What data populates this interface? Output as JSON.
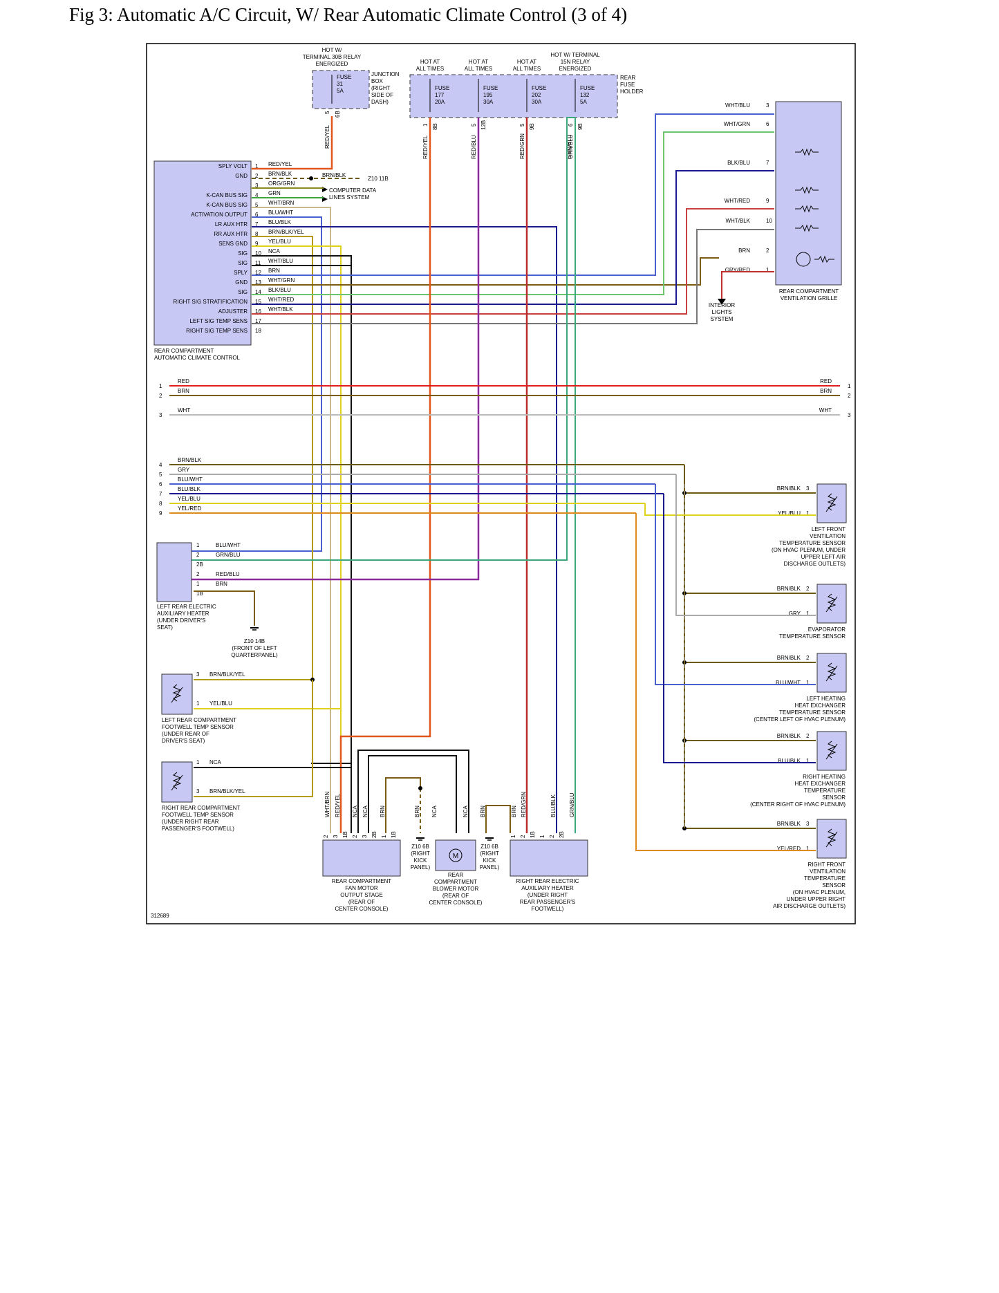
{
  "title": "Fig 3: Automatic A/C Circuit, W/ Rear Automatic Climate Control (3 of 4)",
  "figure_id": "312689",
  "wire_colors": {
    "RED/YEL": "#e2561b",
    "BRN/BLK": "#6b5a10",
    "ORG/GRN": "#8a8a1c",
    "GRN": "#3aa83a",
    "WHT/BRN": "#c9b98a",
    "BLU/WHT": "#4a5fd0",
    "BLU/BLK": "#1a1a90",
    "BRN/BLK/YEL": "#b59a12",
    "YEL/BLU": "#ded21a",
    "NCA": "#111111",
    "WHT/BLU": "#4a5fd0",
    "BRN": "#7a5b10",
    "WHT/GRN": "#6cc46c",
    "BLK/BLU": "#1a1a90",
    "WHT/RED": "#c84040",
    "WHT/BLK": "#777777",
    "RED/BLU": "#8b2a9a",
    "RED/GRN": "#b82c2c",
    "GRN/BLU": "#3aa87a",
    "GRY": "#aaaaaa",
    "YEL/RED": "#e08a1a",
    "GRY/RED": "#c03030",
    "RED": "#e01e1e",
    "WHT": "#bbbbbb"
  },
  "power": {
    "junction_hot": [
      "HOT W/",
      "TERMINAL 30B RELAY",
      "ENERGIZED"
    ],
    "junction_box": {
      "fuse": [
        "FUSE",
        "31",
        "5A"
      ],
      "name": [
        "JUNCTION",
        "BOX",
        "(RIGHT",
        "SIDE OF",
        "DASH)"
      ],
      "wire": "RED/YEL",
      "pin": "5",
      "conn": "6B"
    },
    "hot_at_all_times": [
      "HOT AT",
      "ALL TIMES"
    ],
    "hot_15n": [
      "HOT W/ TERMINAL",
      "15N RELAY",
      "ENERGIZED"
    ],
    "rear_fuse_holder": [
      "REAR",
      "FUSE",
      "HOLDER"
    ],
    "rear_fuses": [
      {
        "lines": [
          "FUSE",
          "177",
          "20A"
        ],
        "wire": "RED/YEL",
        "pin": "1",
        "conn": "8B"
      },
      {
        "lines": [
          "FUSE",
          "195",
          "30A"
        ],
        "wire": "RED/BLU",
        "pin": "5",
        "conn": "12B"
      },
      {
        "lines": [
          "FUSE",
          "202",
          "30A"
        ],
        "wire": "RED/GRN",
        "pin": "5",
        "conn": "9B"
      },
      {
        "lines": [
          "FUSE",
          "132",
          "5A"
        ],
        "wire": "GRN/BLU",
        "pin": "6",
        "conn": "9B"
      }
    ],
    "grn_blu_label": "GRN/BLU"
  },
  "control_module": {
    "name": [
      "REAR COMPARTMENT",
      "AUTOMATIC CLIMATE CONTROL"
    ],
    "pins": [
      {
        "n": "1",
        "sig": "SPLY VOLT",
        "wire": "RED/YEL"
      },
      {
        "n": "2",
        "sig": "GND",
        "wire": "BRN/BLK"
      },
      {
        "n": "3",
        "sig": "",
        "wire": "ORG/GRN"
      },
      {
        "n": "4",
        "sig": "K-CAN BUS SIG",
        "wire": "GRN"
      },
      {
        "n": "5",
        "sig": "K-CAN BUS SIG",
        "wire": "WHT/BRN"
      },
      {
        "n": "6",
        "sig": "ACTIVATION OUTPUT",
        "wire": "BLU/WHT"
      },
      {
        "n": "7",
        "sig": "LR AUX HTR",
        "wire": "BLU/BLK"
      },
      {
        "n": "8",
        "sig": "RR AUX HTR",
        "wire": "BRN/BLK/YEL"
      },
      {
        "n": "9",
        "sig": "SENS GND",
        "wire": "YEL/BLU"
      },
      {
        "n": "10",
        "sig": "SIG",
        "wire": "NCA"
      },
      {
        "n": "11",
        "sig": "SIG",
        "wire": "WHT/BLU"
      },
      {
        "n": "12",
        "sig": "SPLY",
        "wire": "BRN"
      },
      {
        "n": "13",
        "sig": "GND",
        "wire": "WHT/GRN"
      },
      {
        "n": "14",
        "sig": "SIG",
        "wire": "BLK/BLU"
      },
      {
        "n": "15",
        "sig": "RIGHT SIG STRATIFICATION",
        "wire": "WHT/RED"
      },
      {
        "n": "16",
        "sig": "ADJUSTER",
        "wire": "WHT/BLK"
      },
      {
        "n": "17",
        "sig": "LEFT SIG TEMP SENS",
        "wire": ""
      },
      {
        "n": "18",
        "sig": "RIGHT SIG TEMP SENS",
        "wire": ""
      }
    ],
    "ground_label": "BRN/BLK",
    "ground_ref": "Z10 11B",
    "data_lines": [
      "COMPUTER DATA",
      "LINES SYSTEM"
    ]
  },
  "vent_grille": {
    "name": [
      "REAR COMPARTMENT",
      "VENTILATION GRILLE"
    ],
    "pins": [
      {
        "wire": "WHT/BLU",
        "n": "3"
      },
      {
        "wire": "WHT/GRN",
        "n": "6"
      },
      {
        "wire": "BLK/BLU",
        "n": "7"
      },
      {
        "wire": "WHT/RED",
        "n": "9"
      },
      {
        "wire": "WHT/BLK",
        "n": "10"
      },
      {
        "wire": "BRN",
        "n": "2"
      },
      {
        "wire": "GRY/RED",
        "n": "1"
      }
    ],
    "interior_lights": [
      "INTERIOR",
      "LIGHTS",
      "SYSTEM"
    ]
  },
  "bus_lines": [
    {
      "n": "1",
      "label": "RED",
      "rlabel": "RED"
    },
    {
      "n": "2",
      "label": "BRN",
      "rlabel": "BRN"
    },
    {
      "n": "3",
      "label": "WHT",
      "rlabel": "WHT"
    },
    {
      "n": "4",
      "label": "BRN/BLK",
      "rlabel": ""
    },
    {
      "n": "5",
      "label": "GRY",
      "rlabel": ""
    },
    {
      "n": "6",
      "label": "BLU/WHT",
      "rlabel": ""
    },
    {
      "n": "7",
      "label": "BLU/BLK",
      "rlabel": ""
    },
    {
      "n": "8",
      "label": "YEL/BLU",
      "rlabel": ""
    },
    {
      "n": "9",
      "label": "YEL/RED",
      "rlabel": ""
    }
  ],
  "sensors": [
    {
      "name": [
        "LEFT FRONT",
        "VENTILATION",
        "TEMPERATURE SENSOR",
        "(ON HVAC PLENUM, UNDER",
        "UPPER LEFT AIR",
        "DISCHARGE OUTLETS)"
      ],
      "w1": "BRN/BLK",
      "p1": "3",
      "w2": "YEL/BLU",
      "p2": "1"
    },
    {
      "name": [
        "EVAPORATOR",
        "TEMPERATURE SENSOR"
      ],
      "w1": "BRN/BLK",
      "p1": "2",
      "w2": "GRY",
      "p2": "1"
    },
    {
      "name": [
        "LEFT HEATING",
        "HEAT EXCHANGER",
        "TEMPERATURE SENSOR",
        "(CENTER LEFT OF HVAC PLENUM)"
      ],
      "w1": "BRN/BLK",
      "p1": "2",
      "w2": "BLU/WHT",
      "p2": "1"
    },
    {
      "name": [
        "RIGHT HEATING",
        "HEAT EXCHANGER",
        "TEMPERATURE",
        "SENSOR",
        "(CENTER RIGHT OF HVAC PLENUM)"
      ],
      "w1": "BRN/BLK",
      "p1": "2",
      "w2": "BLU/BLK",
      "p2": "1"
    },
    {
      "name": [
        "RIGHT FRONT",
        "VENTILATION",
        "TEMPERATURE",
        "SENSOR",
        "(ON HVAC PLENUM,",
        "UNDER UPPER RIGHT",
        "AIR DISCHARGE OUTLETS)"
      ],
      "w1": "BRN/BLK",
      "p1": "3",
      "w2": "YEL/RED",
      "p2": "1"
    }
  ],
  "left_heater": {
    "name": [
      "LEFT REAR ELECTRIC",
      "AUXILIARY HEATER",
      "(UNDER DRIVER'S",
      "SEAT)"
    ],
    "pins": [
      {
        "n": "1",
        "wire": "BLU/WHT"
      },
      {
        "n": "2",
        "wire": "GRN/BLU"
      },
      {
        "n": "2B",
        "wire": ""
      },
      {
        "n": "2",
        "wire": "RED/BLU"
      },
      {
        "n": "1",
        "wire": "BRN"
      },
      {
        "n": "1B",
        "wire": ""
      }
    ],
    "ground": [
      "Z10 14B",
      "(FRONT OF LEFT",
      "QUARTERPANEL)"
    ]
  },
  "footwell_left": {
    "name": [
      "LEFT REAR COMPARTMENT",
      "FOOTWELL TEMP SENSOR",
      "(UNDER REAR OF",
      "DRIVER'S SEAT)"
    ],
    "w1": "BRN/BLK/YEL",
    "p1": "3",
    "w2": "YEL/BLU",
    "p2": "1"
  },
  "footwell_right": {
    "name": [
      "RIGHT REAR COMPARTMENT",
      "FOOTWELL TEMP SENSOR",
      "(UNDER RIGHT REAR",
      "PASSENGER'S FOOTWELL)"
    ],
    "w1": "NCA",
    "p1": "1",
    "w2": "BRN/BLK/YEL",
    "p2": "3"
  },
  "fan_stage": {
    "name": [
      "REAR COMPARTMENT",
      "FAN MOTOR",
      "OUTPUT STAGE",
      "(REAR OF",
      "CENTER CONSOLE)"
    ],
    "wires": [
      "WHT/BRN",
      "RED/YEL",
      "NCA",
      "NCA",
      "BRN"
    ],
    "pins": [
      "2",
      "3",
      "1B",
      "2",
      "3",
      "2B",
      "1",
      "1B"
    ]
  },
  "blower": {
    "name": [
      "REAR",
      "COMPARTMENT",
      "BLOWER MOTOR",
      "(REAR OF",
      "CENTER CONSOLE)"
    ],
    "wires": [
      "BRN",
      "NCA",
      "NCA",
      "BRN"
    ],
    "motor": "M"
  },
  "grounds_6b": [
    [
      "Z10 6B",
      "(RIGHT",
      "KICK",
      "PANEL)"
    ],
    [
      "Z10 6B",
      "(RIGHT",
      "KICK",
      "PANEL)"
    ]
  ],
  "right_heater": {
    "name": [
      "RIGHT REAR ELECTRIC",
      "AUXILIARY HEATER",
      "(UNDER RIGHT",
      "REAR PASSENGER'S",
      "FOOTWELL)"
    ],
    "wires": [
      "BRN",
      "RED/GRN",
      "BLU/BLK",
      "GRN/BLU"
    ],
    "pins": [
      "1",
      "2",
      "1B",
      "1",
      "2",
      "2B"
    ]
  }
}
